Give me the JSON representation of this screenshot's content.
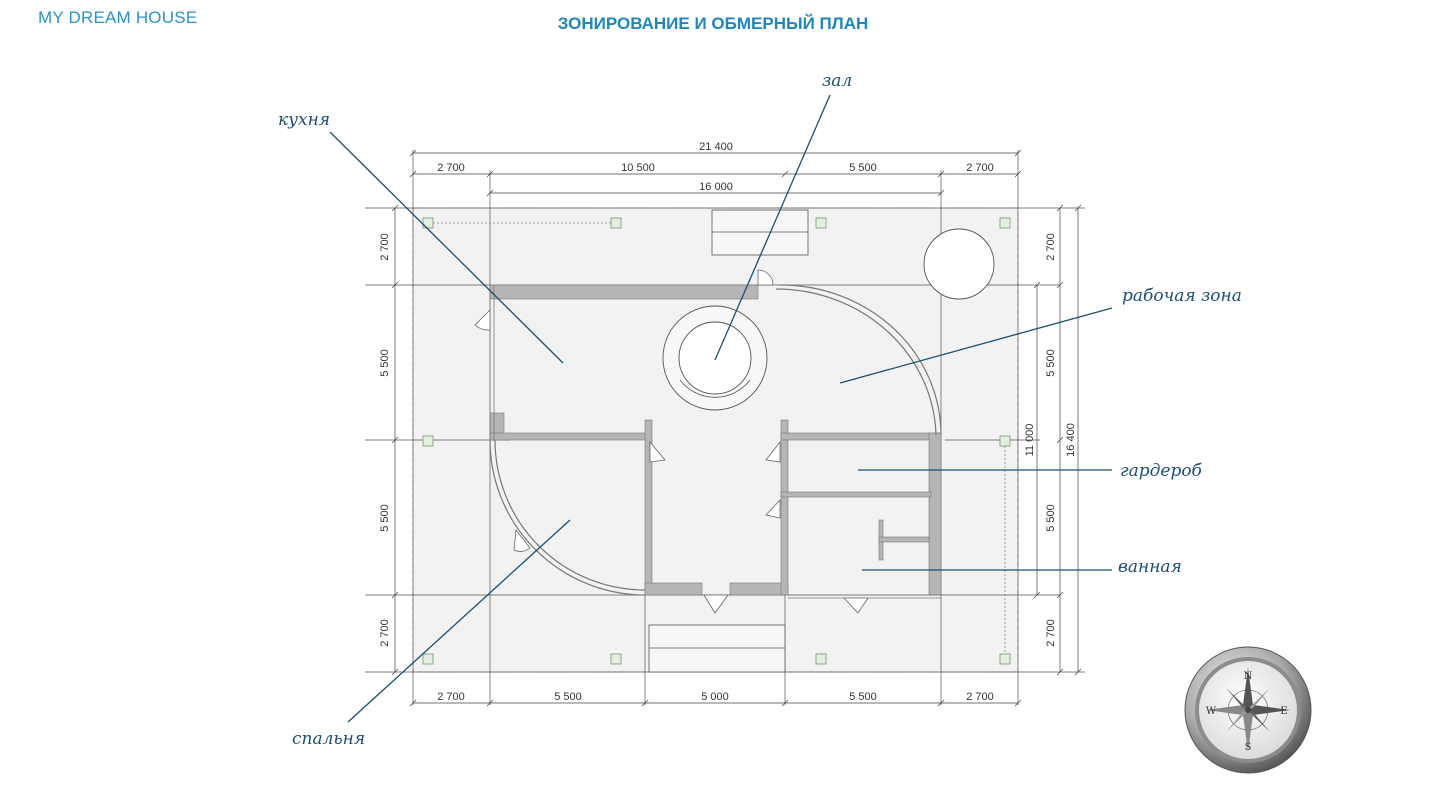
{
  "header": {
    "brand": "MY DREAM HOUSE",
    "title": "ЗОНИРОВАНИЕ И ОБМЕРНЫЙ ПЛАН"
  },
  "dimensions": {
    "top_total": "21 400",
    "top_segments": [
      "2 700",
      "10 500",
      "5 500",
      "2 700"
    ],
    "top_inner": "16 000",
    "bottom_segments": [
      "2 700",
      "5 500",
      "5 000",
      "5 500",
      "2 700"
    ],
    "left_segments": [
      "2 700",
      "5 500",
      "5 500",
      "2 700"
    ],
    "right_segments": [
      "2 700",
      "5 500",
      "5 500",
      "2 700"
    ],
    "right_inner": "11 000",
    "right_total": "16 400"
  },
  "zones": {
    "kitchen": "кухня",
    "hall": "зал",
    "workspace": "рабочая зона",
    "wardrobe": "гардероб",
    "bathroom": "ванная",
    "bedroom": "спальня"
  },
  "compass": {
    "n": "N",
    "s": "S",
    "e": "E",
    "w": "W"
  },
  "colors": {
    "accent": "#1e86c0",
    "annotation": "#1b4f72",
    "plan_fill": "#f2f2f2",
    "wall": "#b5b5b5"
  }
}
